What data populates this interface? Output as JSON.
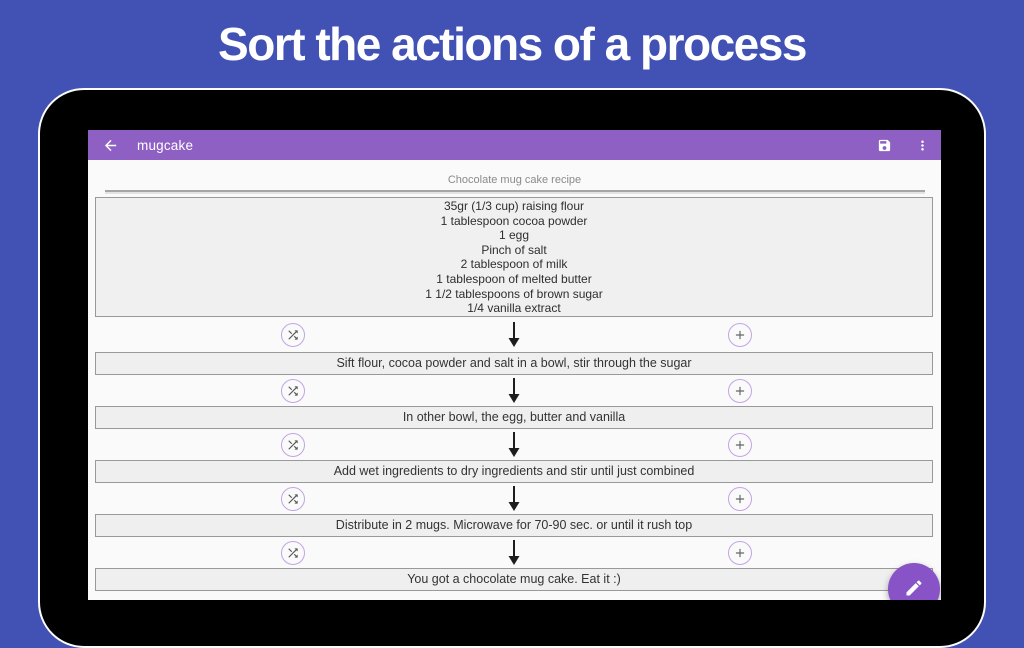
{
  "banner": {
    "title": "Sort the actions of a process"
  },
  "toolbar": {
    "title": "mugcake",
    "back_icon": "back-arrow",
    "save_icon": "save-floppy",
    "menu_icon": "overflow-menu"
  },
  "recipe": {
    "title": "Chocolate mug cake recipe",
    "ingredients": [
      "35gr (1/3 cup) raising flour",
      "1 tablespoon cocoa powder",
      "1 egg",
      "Pinch of salt",
      "2 tablespoon of milk",
      "1 tablespoon of melted butter",
      "1 1/2 tablespoons of brown sugar",
      "1/4 vanilla extract"
    ],
    "steps": [
      "Sift flour, cocoa powder and salt in a bowl, stir through the sugar",
      "In other bowl, the egg, butter and vanilla",
      "Add wet ingredients to dry ingredients and stir until just combined",
      "Distribute in 2 mugs. Microwave for 70-90 sec. or until it rush top",
      "You got a chocolate mug cake. Eat it :)"
    ],
    "row_icons": {
      "left": "shuffle",
      "center": "down-arrow",
      "right": "plus"
    }
  },
  "fab": {
    "icon": "edit-pencil"
  },
  "colors": {
    "background_blue": "#4152B4",
    "toolbar_purple": "#8E60C4",
    "fab_purple": "#8753C6",
    "circle_border": "#C2A4E3"
  }
}
